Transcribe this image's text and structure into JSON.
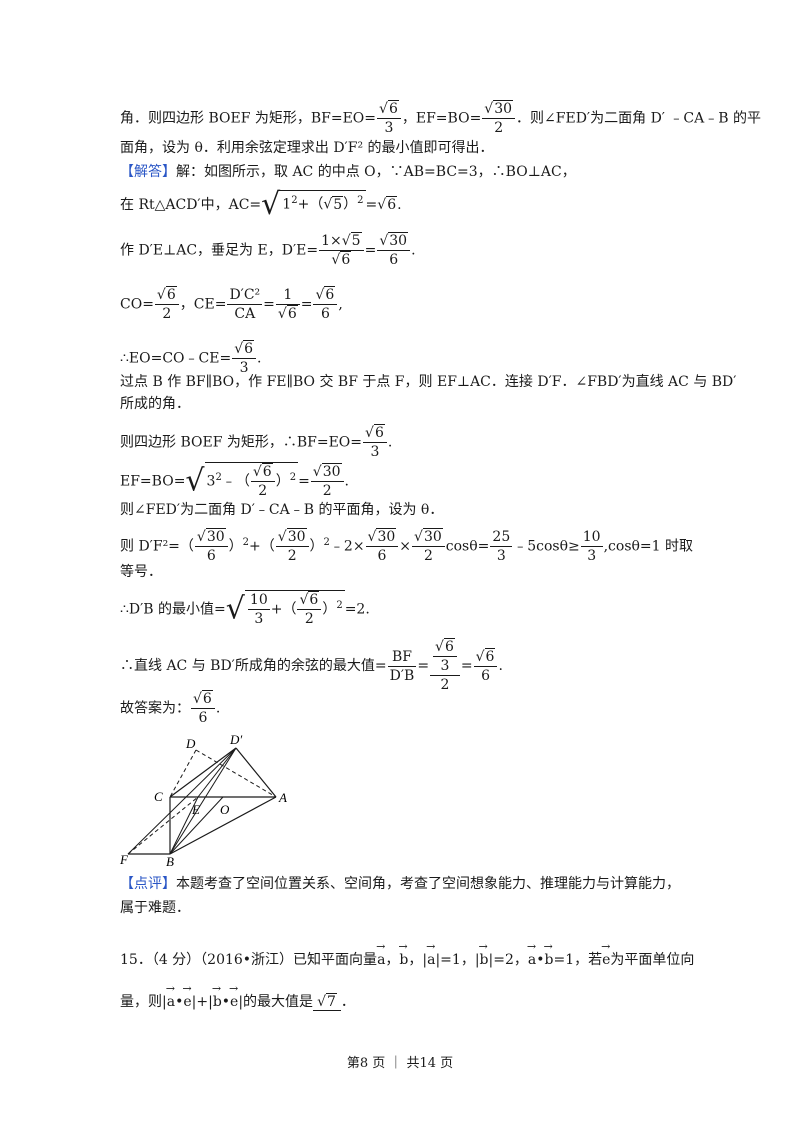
{
  "lines": {
    "l1_a": "角．则四边形 BOEF 为矩形，BF=EO=",
    "l1_b": "，EF=BO=",
    "l1_c": "．则∠FED′为二面角 D′ ﹣CA﹣B 的平",
    "l2": "面角，设为 θ．利用余弦定理求出 D′F² 的最小值即可得出．",
    "jieda_tag": "【解答】",
    "l3": "解：如图所示，取 AC 的中点 O，∵AB=BC=3，∴BO⊥AC，",
    "l4_a": "在 Rt△ACD′中，",
    "l4_b": "AC=",
    "l4_c": "1",
    "l4_d": "2",
    "l4_e": "+（",
    "l4_f": "5",
    "l4_g": "）",
    "l4_h": "2",
    "l4_i": "=",
    "l4_j": "6",
    "l4_k": ".",
    "l5_a": "作 D′E⊥AC，垂足为 E，D′E=",
    "l5_b": "1×",
    "l5_c": "5",
    "l5_d": "6",
    "l5_e": "=",
    "l5_f": "30",
    "l5_g": "6",
    "l5_h": ".",
    "l6_a": "CO=",
    "l6_b": "6",
    "l6_c": "2",
    "l6_d": "，CE=",
    "l6_e": "D′C²",
    "l6_f": "CA",
    "l6_g": "=",
    "l6_h": "1",
    "l6_i": "6",
    "l6_j": "=",
    "l6_k": "6",
    "l6_l": "6",
    "l6_m": ",",
    "l7_a": "∴EO=CO﹣CE=",
    "l7_b": "6",
    "l7_c": "3",
    "l7_d": ".",
    "l8": "过点 B 作 BF∥BO，作 FE∥BO 交 BF 于点 F，则 EF⊥AC．连接 D′F．∠FBD′为直线 AC 与 BD′",
    "l9": "所成的角．",
    "l10_a": "则四边形 BOEF 为矩形，∴BF=EO=",
    "l10_b": "6",
    "l10_c": "3",
    "l10_d": ".",
    "l11_a": "EF=BO=",
    "l11_b": "3",
    "l11_c": "2",
    "l11_d": "﹣（",
    "l11_e": "6",
    "l11_f": "2",
    "l11_g": "）",
    "l11_h": "2",
    "l11_i": "=",
    "l11_j": "30",
    "l11_k": "2",
    "l11_l": ".",
    "l12": "则∠FED′为二面角 D′﹣CA﹣B 的平面角，设为 θ．",
    "l13_a": "则 D′F²=（",
    "l13_b": "30",
    "l13_c": "6",
    "l13_d": "）",
    "l13_e": "2",
    "l13_f": "+（",
    "l13_g": "30",
    "l13_h": "2",
    "l13_i": "）",
    "l13_j": "2",
    "l13_k": "﹣2×",
    "l13_l": "30",
    "l13_m": "6",
    "l13_n": "×",
    "l13_o": "30",
    "l13_p": "2",
    "l13_q": "cosθ=",
    "l13_r": "25",
    "l13_s": "3",
    "l13_t": "﹣5cosθ≥",
    "l13_u": "10",
    "l13_v": "3",
    "l13_w": ",cosθ=1 时取",
    "l14": "等号．",
    "l15_a": "∴D′B 的最小值=",
    "l15_b": "10",
    "l15_c": "3",
    "l15_d": "+（",
    "l15_e": "6",
    "l15_f": "2",
    "l15_g": "）",
    "l15_h": "2",
    "l15_i": "=2.",
    "l16_a": "∴直线 AC 与 BD′所成角的余弦的最大值=",
    "l16_b": "BF",
    "l16_c": "D′B",
    "l16_d": "=",
    "l16_e": "6",
    "l16_f": "3",
    "l16_g": "2",
    "l16_h": "=",
    "l16_i": "6",
    "l16_j": "6",
    "l16_k": ".",
    "l17_a": "故答案为：",
    "l17_b": "6",
    "l17_c": "6",
    "l17_d": ".",
    "dianping_tag": "【点评】",
    "l18": "本题考查了空间位置关系、空间角，考查了空间想象能力、推理能力与计算能力，",
    "l19": "属于难题．",
    "q15_a": "15．（4 分）（2016•浙江）已知平面向量",
    "q15_b": "a",
    "q15_c": "，",
    "q15_d": "b",
    "q15_e": "，|",
    "q15_f": "a",
    "q15_g": "|=1，|",
    "q15_h": "b",
    "q15_i": "|=2，",
    "q15_j": "a",
    "q15_k": "•",
    "q15_l": "b",
    "q15_m": "=1，若",
    "q15_n": "e",
    "q15_o": "为平面单位向",
    "q16_a": "量，则|",
    "q16_b": "a",
    "q16_c": "•",
    "q16_d": "e",
    "q16_e": "|+|",
    "q16_f": "b",
    "q16_g": "•",
    "q16_h": "e",
    "q16_i": "|的最大值是",
    "q16_j": "7",
    "q16_k": "．"
  },
  "figure": {
    "labels": {
      "D": "D",
      "Dp": "D′",
      "C": "C",
      "E": "E",
      "O": "O",
      "A": "A",
      "F": "F",
      "B": "B"
    }
  },
  "footer": {
    "text": "第8 页 ｜ 共14 页"
  },
  "colors": {
    "accent": "#2a56c6"
  }
}
